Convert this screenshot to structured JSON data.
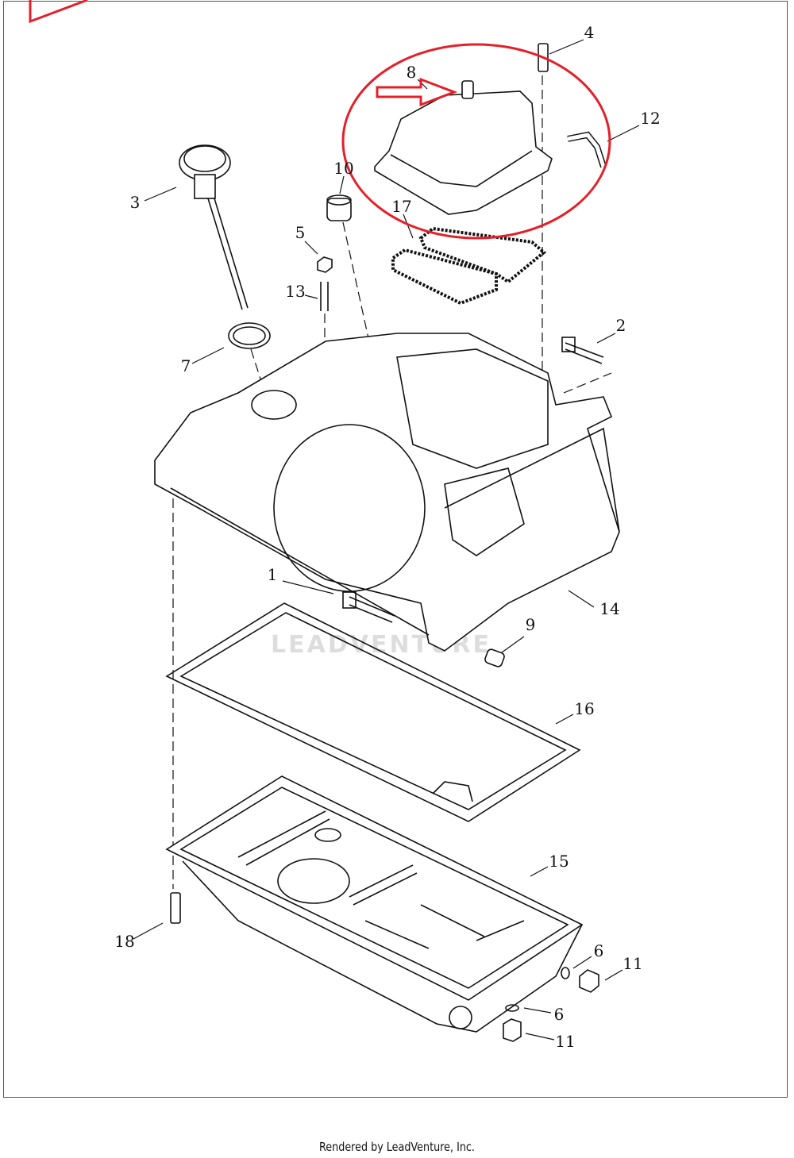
{
  "diagram": {
    "callouts": [
      "4",
      "8",
      "12",
      "3",
      "10",
      "17",
      "5",
      "13",
      "2",
      "7",
      "1",
      "14",
      "9",
      "16",
      "15",
      "18",
      "6",
      "11",
      "6",
      "11"
    ],
    "watermark": "LEADVENTURE",
    "highlight_color": "#e3202a",
    "line_color": "#111111"
  },
  "footer": {
    "text": "Rendered by LeadVenture, Inc."
  }
}
